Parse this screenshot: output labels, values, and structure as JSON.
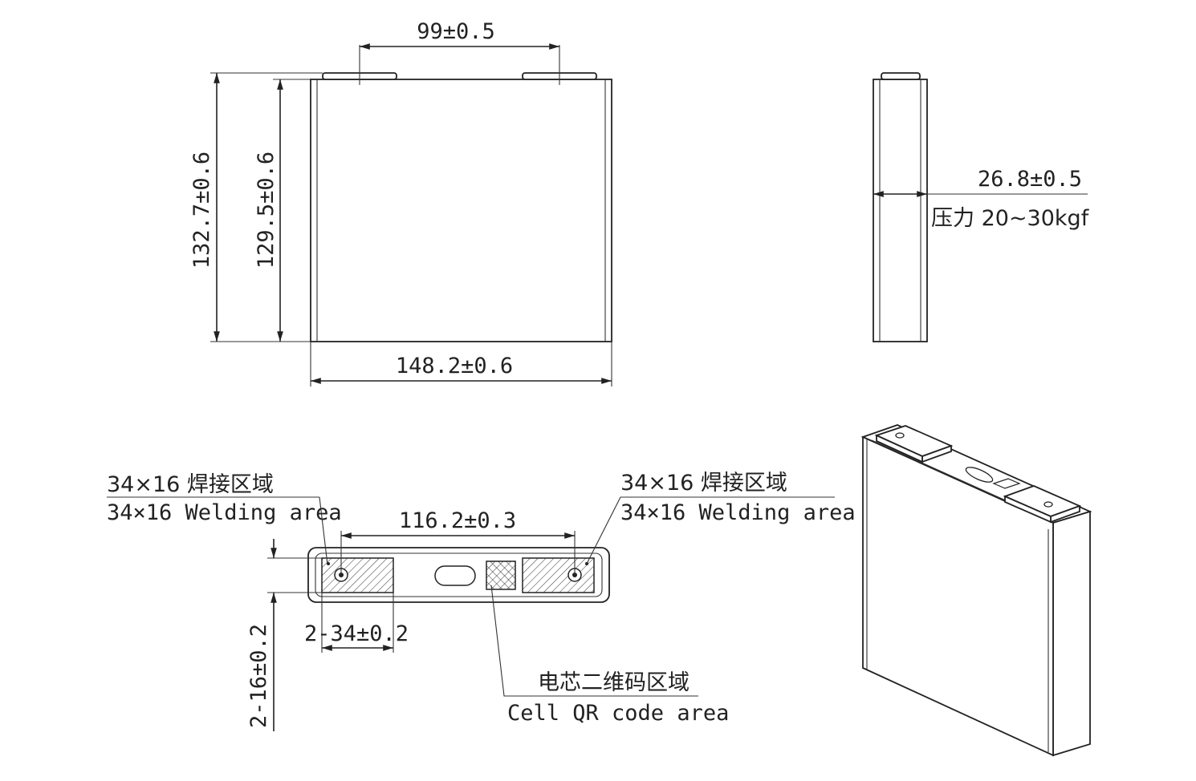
{
  "front_view": {
    "terminal_spacing": "99±0.5",
    "total_height": "132.7±0.6",
    "body_height": "129.5±0.6",
    "width": "148.2±0.6"
  },
  "side_view": {
    "thickness": "26.8±0.5",
    "pressure": "压力 20~30kgf"
  },
  "top_view": {
    "welding_left_cn": "34×16 焊接区域",
    "welding_left_en": "34×16 Welding area",
    "welding_right_cn": "34×16 焊接区域",
    "welding_right_en": "34×16 Welding area",
    "terminal_center_distance": "116.2±0.3",
    "terminal_width": "2-34±0.2",
    "terminal_depth": "2-16±0.2",
    "qr_cn": "电芯二维码区域",
    "qr_en": "Cell QR code area"
  },
  "colors": {
    "line": "#222222",
    "background": "#ffffff"
  }
}
